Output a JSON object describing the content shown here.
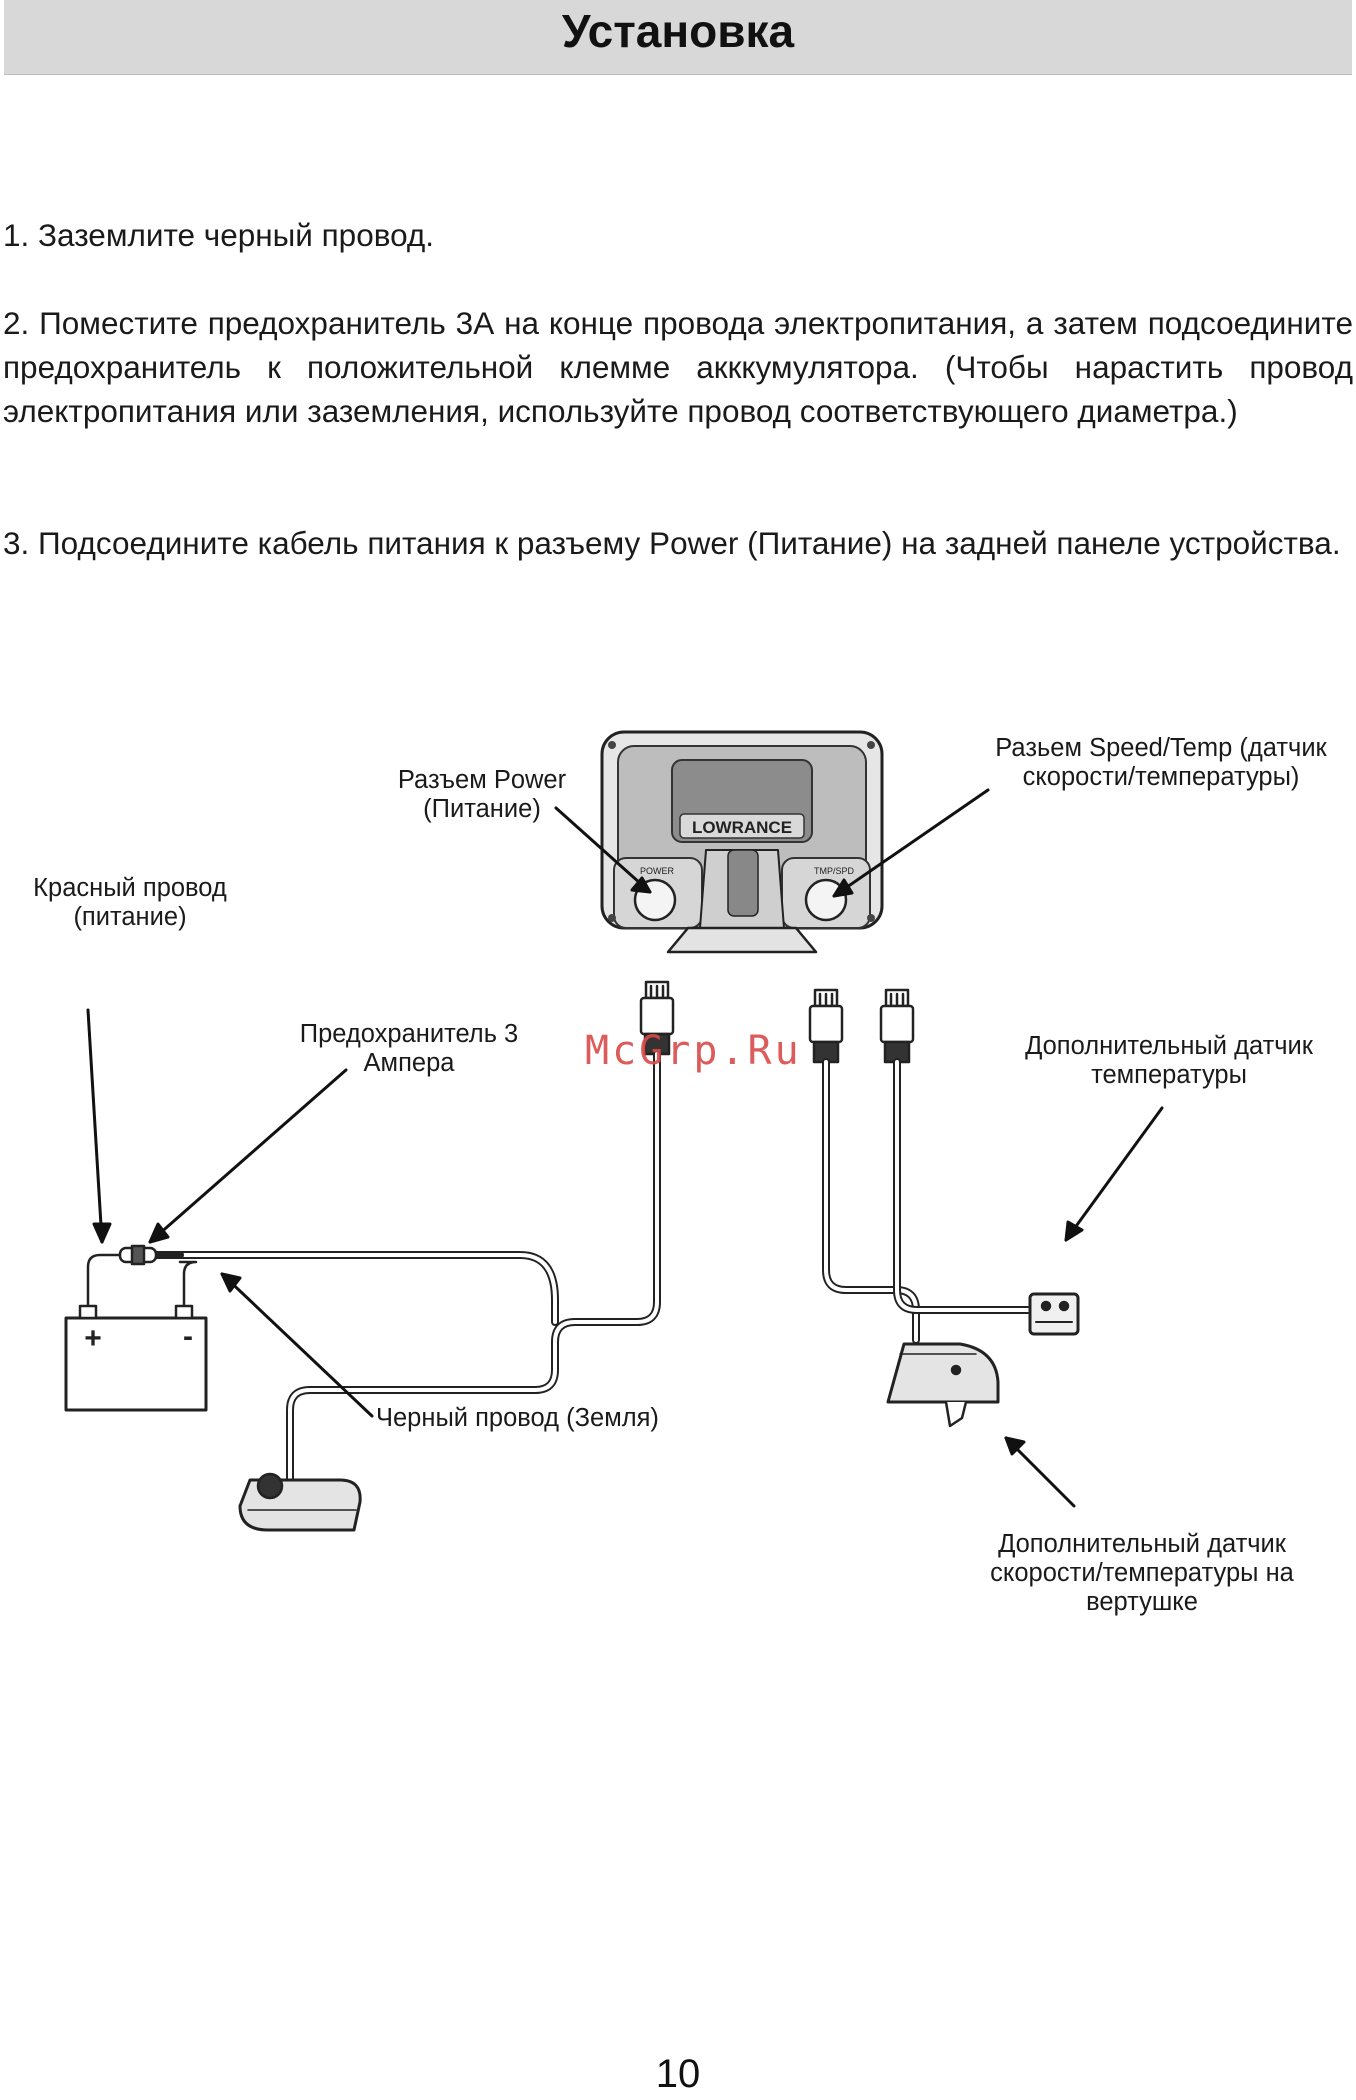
{
  "header": {
    "title": "Установка"
  },
  "steps": [
    "1. Заземлите черный провод.",
    "2. Поместите предохранитель 3А на конце провода электропитания, а затем подсоедините предохранитель к положительной клемме акккумулятора. (Чтобы нарастить провод электропитания или заземления, используйте провод соответствующего диаметра.)",
    "3. Подсоедините кабель питания к разъему Power (Питание) на задней панеле устройства."
  ],
  "diagram": {
    "labels": {
      "power_port": [
        "Разъем Power",
        "(Питание)"
      ],
      "speed_temp_port": [
        "Разьем Speed/Temp (датчик",
        "скорости/температуры)"
      ],
      "red_wire": [
        "Красный провод",
        "(питание)"
      ],
      "fuse": [
        "Предохранитель 3",
        "Ампера"
      ],
      "temp_sensor": [
        "Дополнительный датчик",
        "температуры"
      ],
      "black_wire": [
        "Черный провод (Земля)"
      ],
      "paddle_sensor": [
        "Дополнительный датчик",
        "скорости/температуры на",
        "вертушке"
      ]
    },
    "device_brand": "LOWRANCE",
    "port_left": "POWER",
    "port_right": "TMP/SPD",
    "battery_plus": "+",
    "battery_minus": "-"
  },
  "watermark": "McGrp.Ru",
  "page_number": "10"
}
